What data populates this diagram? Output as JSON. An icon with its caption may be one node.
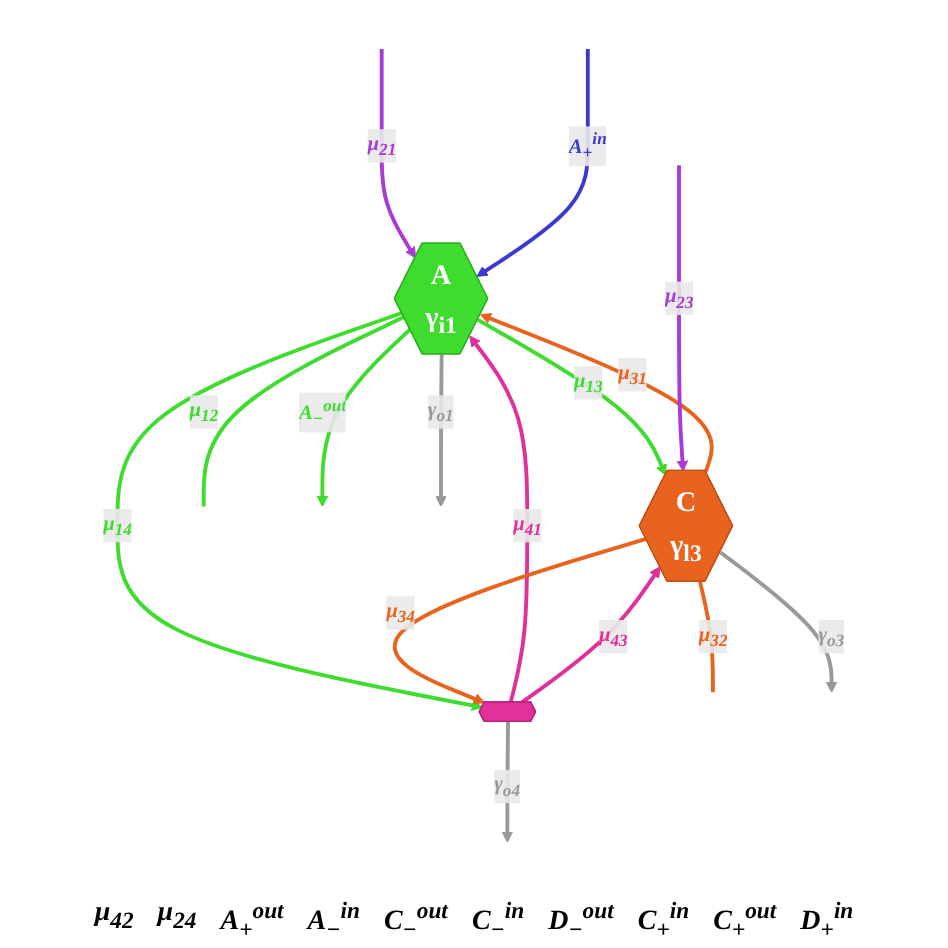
{
  "diagram": {
    "nodes": [
      {
        "text": [
          "A",
          "γ$_{i1}$"
        ]
      },
      {
        "text": [
          "C",
          "γ$_{l3}$"
        ]
      },
      {
        "text": [],
        "shape": "hexagon"
      }
    ],
    "edges": [
      {
        "from": 0,
        "to": 1,
        "arrow": "to",
        "label": "μ$_{13}$",
        "color": "#3ddc2e"
      },
      {
        "from": 1,
        "to": 0,
        "arrow": "to",
        "label": "μ$_{31}$",
        "color": "#e8641e"
      },
      {
        "from": 0,
        "to": 2,
        "arrow": "to",
        "label": "μ$_{14}$",
        "color": "#3ddc2e"
      },
      {
        "from": 2,
        "to": 0,
        "arrow": "to",
        "label": "μ$_{41}$",
        "color": "#e0309a"
      },
      {
        "from": 2,
        "to": 1,
        "arrow": "to",
        "label": "μ$_{43}$",
        "color": "#e0309a"
      },
      {
        "from": 1,
        "to": 2,
        "arrow": "to",
        "label": "μ$_{34}$",
        "color": "#e8641e"
      },
      {
        "from": 0,
        "to": null,
        "arrow": "none",
        "label": "μ$_{12}$",
        "color": "#3ddc2e"
      },
      {
        "from": null,
        "to": 0,
        "arrow": "to",
        "label": "μ$_{21}$",
        "color": "#a93ad6"
      },
      {
        "from": 1,
        "to": null,
        "arrow": "none",
        "label": "μ$_{32}$",
        "color": "#e8641e"
      },
      {
        "from": null,
        "to": 1,
        "arrow": "to",
        "label": "μ$_{23}$",
        "color": "#a93ad6"
      },
      {
        "from": null,
        "to": 0,
        "arrow": "to",
        "label": "A$_{+}$$^{in}$",
        "color": "#3a3ad0"
      },
      {
        "from": 0,
        "to": null,
        "arrow": "to",
        "label": "A$_{−}$$^{out}$",
        "color": "#3ddc2e"
      },
      {
        "from": 0,
        "to": null,
        "arrow": "to",
        "label": "γ$_{o1}$",
        "color": "#999999"
      },
      {
        "from": 1,
        "to": null,
        "arrow": "to",
        "label": "γ$_{o3}$",
        "color": "#999999"
      },
      {
        "from": 2,
        "to": null,
        "arrow": "to",
        "label": "γ$_{o4}$",
        "color": "#999999"
      }
    ],
    "labels": [
      "μ$_{42}$",
      "μ$_{24}$",
      "A$_{+}$$^{out}$",
      "A$_{−}$$^{in}$",
      "C$_{−}$$^{out}$",
      "C$_{−}$$^{in}$",
      "D$_{−}$$^{out}$",
      "C$_{+}$$^{in}$",
      "C$_{+}$$^{out}$",
      "D$_{+}$$^{in}$"
    ]
  }
}
